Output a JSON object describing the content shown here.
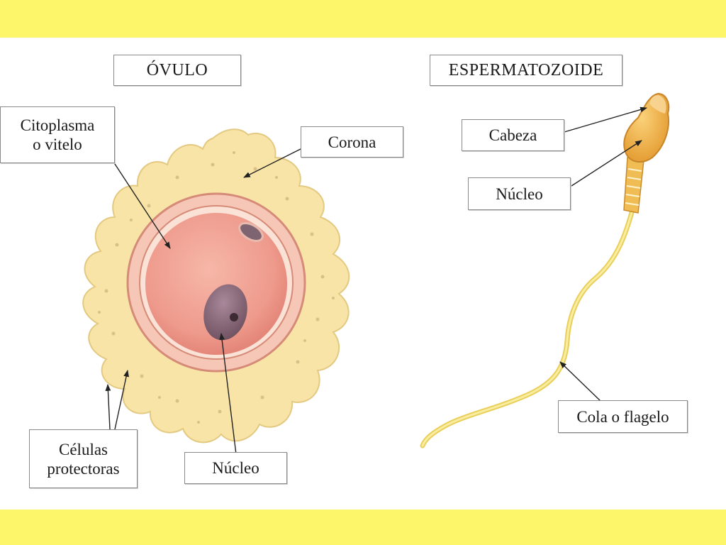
{
  "colors": {
    "band": "#fdf66a",
    "corona": "#f7e4a6",
    "zona": "#f1b6a4",
    "cytoplasm": "#ee9a8c",
    "nucleus": "#8c6a7a",
    "sperm_head": "#f0b44a",
    "tail": "#f3e079"
  },
  "ovulo": {
    "title": "ÓVULO",
    "labels": {
      "citoplasma": "Citoplasma\no vitelo",
      "corona": "Corona",
      "celulas": "Células\nprotectoras",
      "nucleo": "Núcleo"
    }
  },
  "espermatozoide": {
    "title": "ESPERMATOZOIDE",
    "labels": {
      "cabeza": "Cabeza",
      "nucleo": "Núcleo",
      "cola": "Cola o flagelo"
    }
  }
}
